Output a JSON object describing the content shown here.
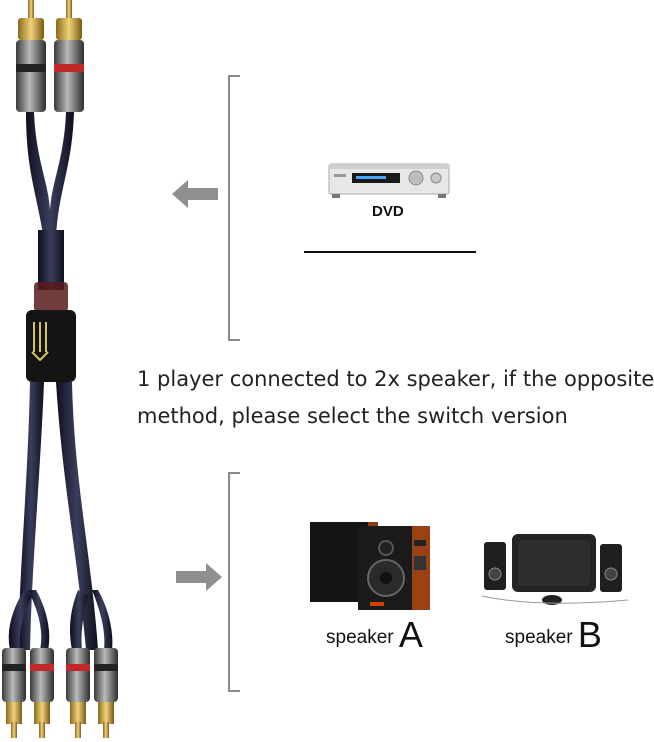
{
  "source": {
    "device_label": "DVD"
  },
  "description": {
    "line1": "1 player connected to 2x speaker, if the opposite",
    "line2": "method, please select the switch version"
  },
  "outputs": {
    "speaker_a": {
      "word": "speaker",
      "letter": "A"
    },
    "speaker_b": {
      "word": "speaker",
      "letter": "B"
    }
  },
  "colors": {
    "bracket": "#8a8a8a",
    "arrow": "#8f8f8f",
    "cable": "#1a1c2e",
    "gold": "#c9a23a",
    "red_ring": "#c0282a"
  }
}
